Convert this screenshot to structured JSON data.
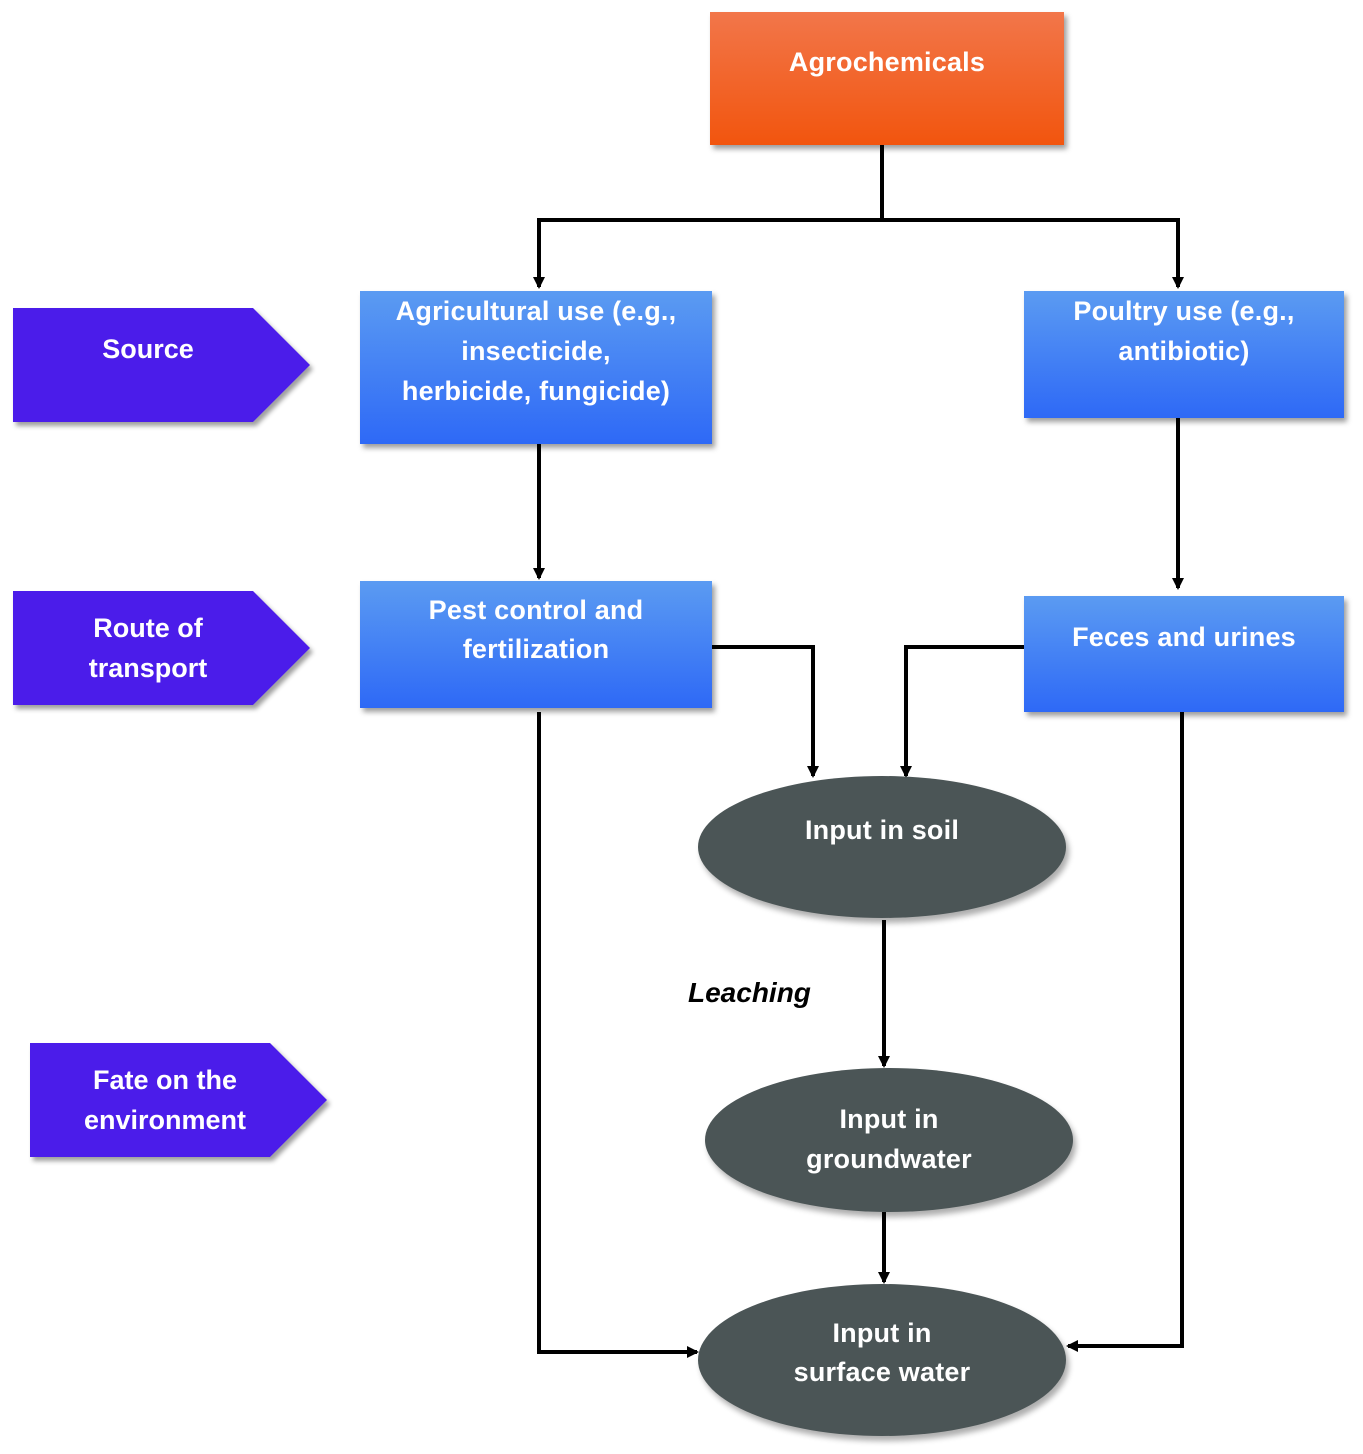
{
  "colors": {
    "orange": "#f2600f",
    "blue": "#3a79f5",
    "purple": "#4b1eea",
    "ellipse": "#4b5556",
    "arrow": "#000000"
  },
  "stages": {
    "source": "Source",
    "route": "Route of\ntransport",
    "fate": "Fate on the\nenvironment"
  },
  "nodes": {
    "agrochemicals": "Agrochemicals",
    "agricultural_use": "Agricultural use (e.g.,\ninsecticide,\nherbicide, fungicide)",
    "poultry_use": "Poultry use (e.g.,\nantibiotic)",
    "pest_control": "Pest control and\nfertilization",
    "feces": "Feces and urines",
    "soil": "Input in soil",
    "groundwater": "Input in\ngroundwater",
    "surface_water": "Input in\nsurface water"
  },
  "edge_labels": {
    "leaching": "Leaching"
  },
  "edges": [
    {
      "from": "agrochemicals",
      "to": "agricultural_use"
    },
    {
      "from": "agrochemicals",
      "to": "poultry_use"
    },
    {
      "from": "agricultural_use",
      "to": "pest_control"
    },
    {
      "from": "poultry_use",
      "to": "feces"
    },
    {
      "from": "pest_control",
      "to": "soil"
    },
    {
      "from": "feces",
      "to": "soil"
    },
    {
      "from": "soil",
      "to": "groundwater",
      "label": "leaching"
    },
    {
      "from": "groundwater",
      "to": "surface_water"
    },
    {
      "from": "pest_control",
      "to": "surface_water"
    },
    {
      "from": "feces",
      "to": "surface_water"
    }
  ]
}
